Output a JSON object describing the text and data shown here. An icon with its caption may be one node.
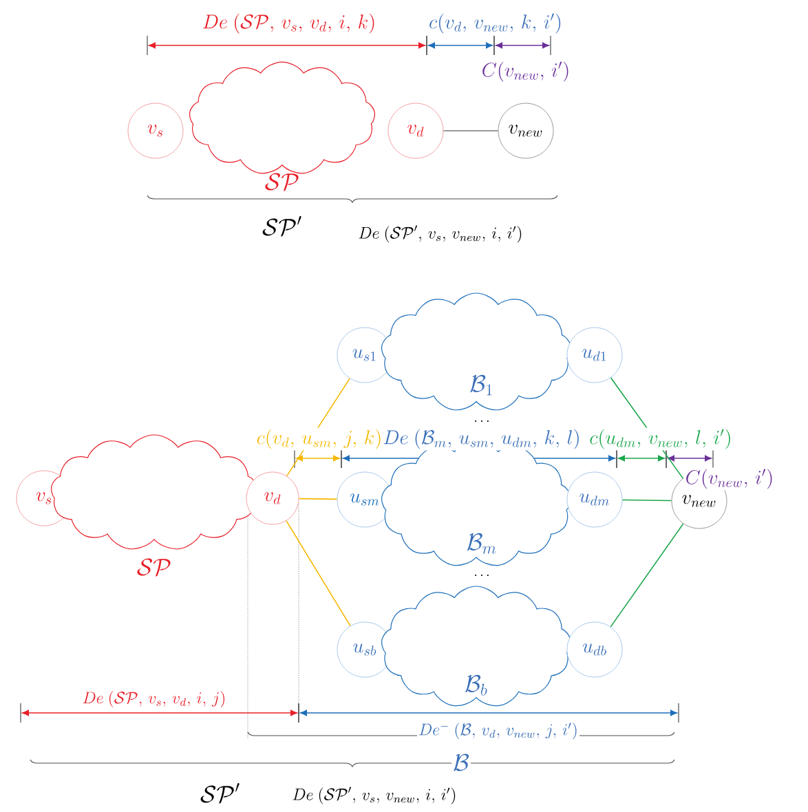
{
  "diagram": {
    "nodes": [
      {
        "text": [
          "v_{s}"
        ]
      },
      {
        "text": [
          "\\mathcal{SP}"
        ]
      },
      {
        "text": [
          "v_{d}"
        ]
      },
      {
        "text": [
          "v_{new}"
        ]
      },
      {
        "text": [
          "v_{s}"
        ]
      },
      {
        "text": [
          "\\mathcal{SP}"
        ]
      },
      {
        "text": [
          "v_{d}"
        ]
      },
      {
        "text": [
          "u_{s1}"
        ]
      },
      {
        "text": [
          "\\mathcal{B}_{1}"
        ]
      },
      {
        "text": [
          "u_{d1}"
        ]
      },
      {
        "text": [
          "u_{sm}"
        ]
      },
      {
        "text": [
          "\\mathcal{B}_{m}"
        ]
      },
      {
        "text": [
          "u_{dm}"
        ]
      },
      {
        "text": [
          "u_{sb}"
        ]
      },
      {
        "text": [
          "\\mathcal{B}_{b}"
        ]
      },
      {
        "text": [
          "u_{db}"
        ]
      },
      {
        "text": [
          "v_{new}"
        ]
      }
    ],
    "edges": [
      {
        "from": 2,
        "to": 3,
        "arrow": "none",
        "color": "#777777"
      },
      {
        "from": 6,
        "to": 7,
        "arrow": "none",
        "color": "#f5b800"
      },
      {
        "from": 6,
        "to": 10,
        "arrow": "none",
        "color": "#f5b800"
      },
      {
        "from": 6,
        "to": 13,
        "arrow": "none",
        "color": "#f5b800"
      },
      {
        "from": 9,
        "to": 16,
        "arrow": "none",
        "color": "#1aa64a"
      },
      {
        "from": 12,
        "to": 16,
        "arrow": "none",
        "color": "#1aa64a"
      },
      {
        "from": 15,
        "to": 16,
        "arrow": "none",
        "color": "#1aa64a"
      }
    ],
    "labels": [
      "De\\ (\\mathcal{SP},\\, v_{s},\\, v_{d},\\, i,\\, k)",
      "c(v_{d},\\, v_{new},\\, k,\\, i')",
      "C(v_{new},\\, i')",
      "\\mathcal{SP}'",
      "De\\ (\\mathcal{SP}',\\, v_{s},\\, v_{new},\\, i,\\, i')",
      "\\ldots",
      "c(v_{d},\\, u_{sm},\\, j,\\, k)",
      "De\\ (\\mathcal{B}_{m},\\, u_{sm},\\, u_{dm},\\, k,\\, l)",
      "c(u_{dm},\\, v_{new},\\, l,\\, i')",
      "C(v_{new},\\, i')",
      "\\ldots",
      "De\\ (\\mathcal{SP},\\, v_{s},\\, v_{d},\\, i,\\, j)",
      "De^{-}\\ (\\mathcal{B},\\, v_{d},\\, v_{new},\\, j,\\, i')",
      "\\mathcal{B}",
      "\\mathcal{SP}'",
      "De\\ (\\mathcal{SP}',\\, v_{s},\\, v_{new},\\, i,\\, i')"
    ]
  }
}
